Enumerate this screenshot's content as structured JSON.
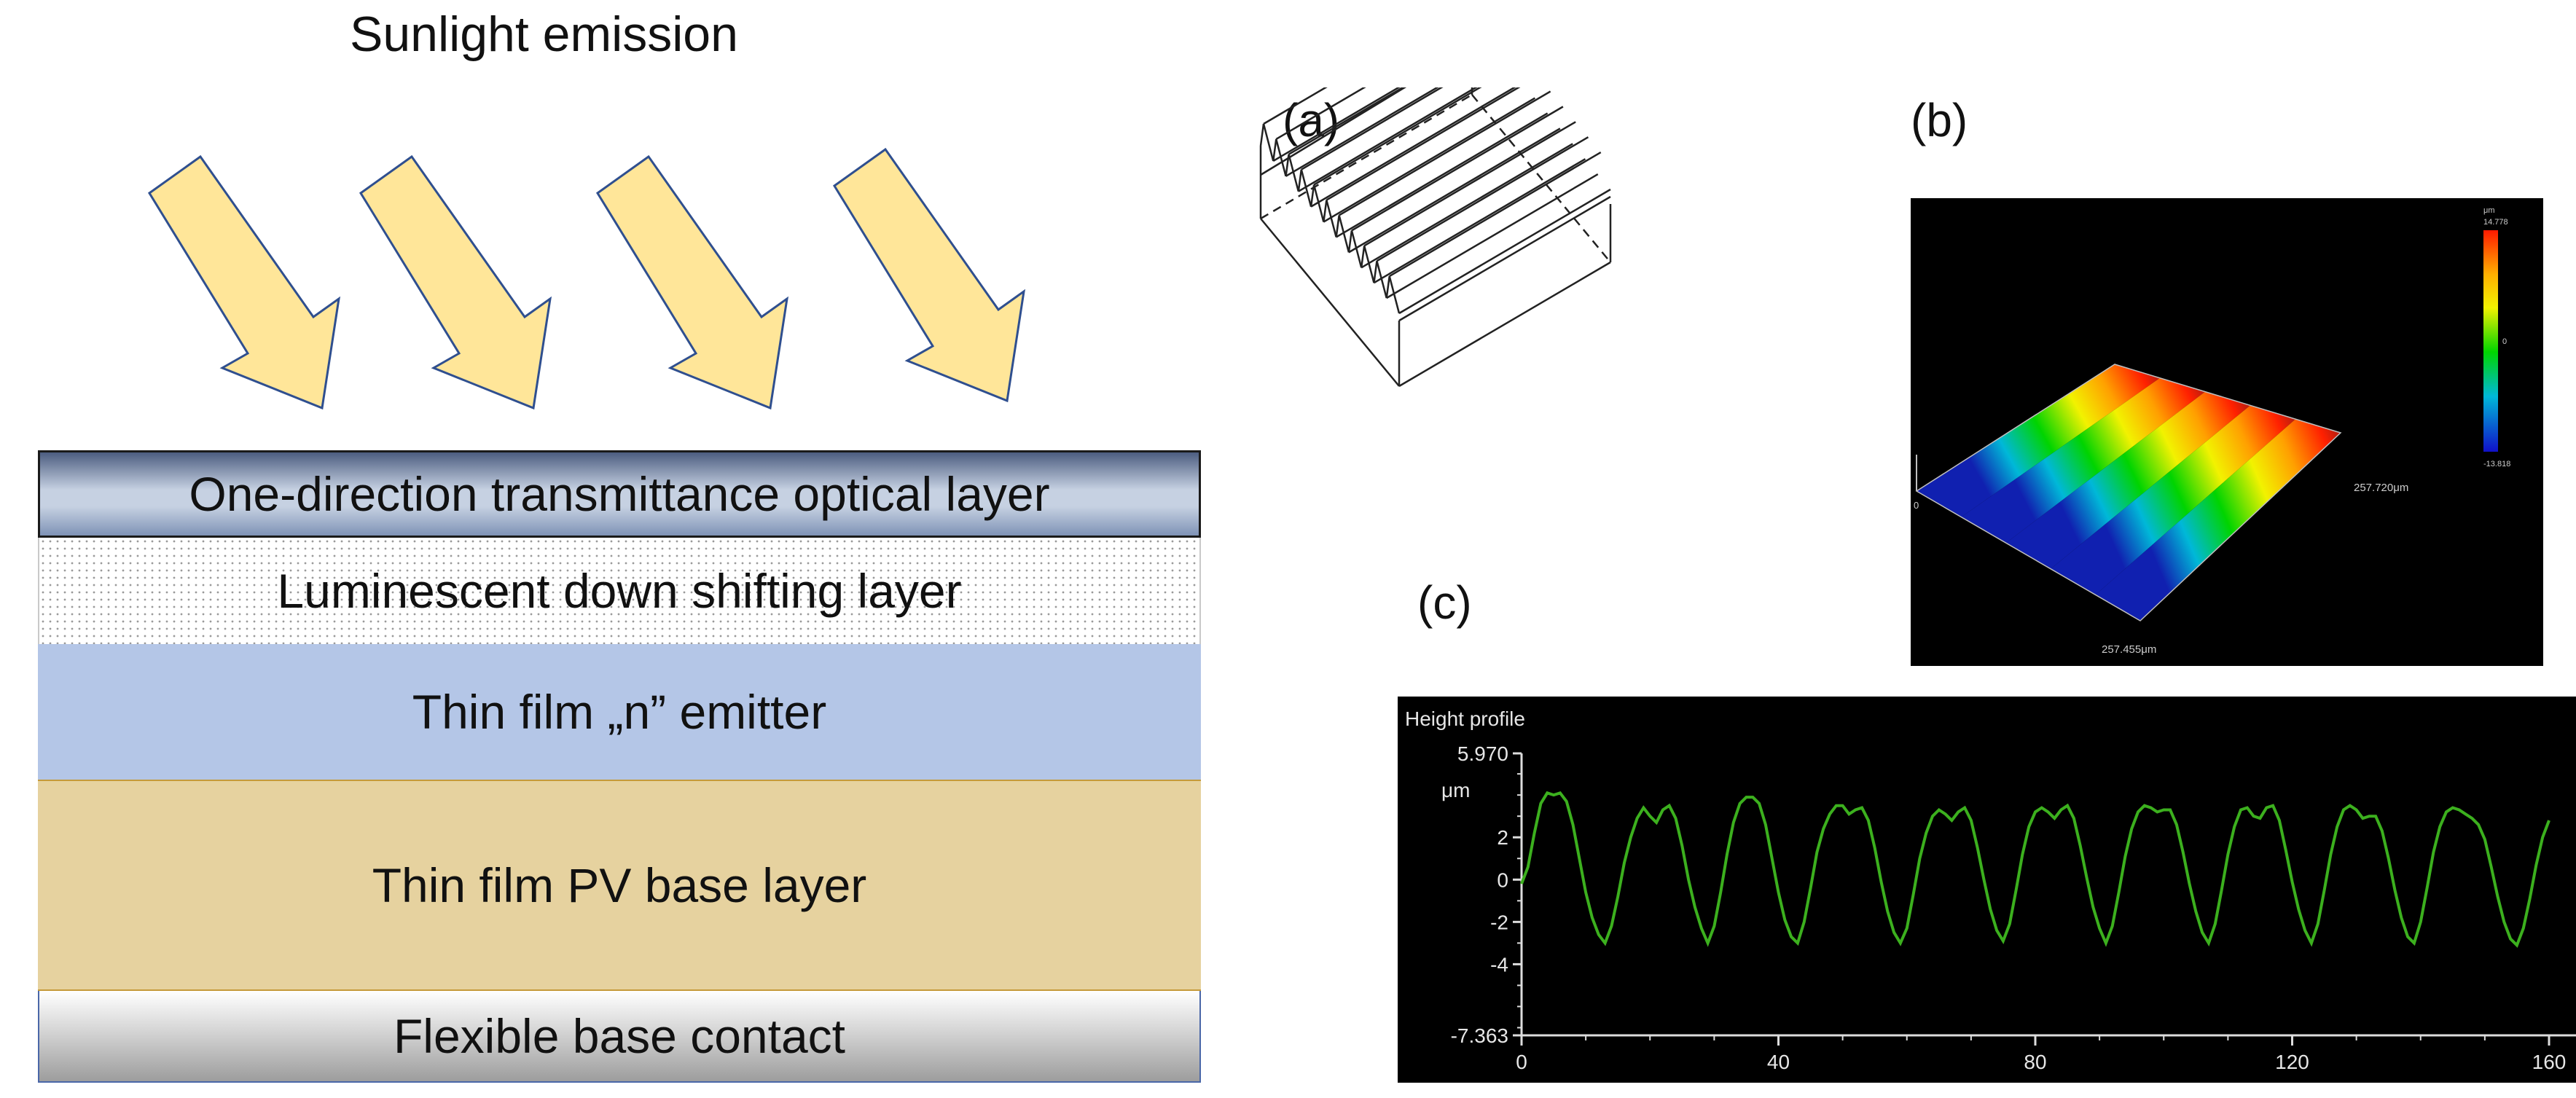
{
  "left_diagram": {
    "title": "Sunlight emission",
    "layers": [
      {
        "label": "One-direction  transmittance optical layer"
      },
      {
        "label": "Luminescent down shifting layer"
      },
      {
        "label": "Thin film „n” emitter"
      },
      {
        "label": "Thin film PV base layer"
      },
      {
        "label": "Flexible base contact"
      }
    ]
  },
  "panels": {
    "a_label": "(a)",
    "b_label": "(b)",
    "c_label": "(c)"
  },
  "panel_b": {
    "colorbar_unit": "μm",
    "colorbar_max": "14.778",
    "colorbar_mid": "0",
    "colorbar_min": "-13.818",
    "dim_x": "257.720μm",
    "dim_y": "257.455μm",
    "origin": "0"
  },
  "chart_data": {
    "type": "line",
    "title": "Height profile",
    "ylabel": "μm",
    "xlabel": "",
    "xlim": [
      0,
      160
    ],
    "ylim": [
      -7.363,
      5.97
    ],
    "x_ticks": [
      "0",
      "40",
      "80",
      "120",
      "160"
    ],
    "y_ticks": [
      "5.970",
      "2",
      "0",
      "-2",
      "-4",
      "-7.363"
    ],
    "color": "#3cb01e",
    "series": [
      {
        "x": [
          0,
          1,
          2,
          3,
          4,
          5,
          6,
          7,
          8,
          9,
          10,
          11,
          12,
          13,
          14,
          15,
          16,
          17,
          18,
          19,
          20,
          21,
          22,
          23,
          24,
          25,
          26,
          27,
          28,
          29,
          30,
          31,
          32,
          33,
          34,
          35,
          36,
          37,
          38,
          39,
          40,
          41,
          42,
          43,
          44,
          45,
          46,
          47,
          48,
          49,
          50,
          51,
          52,
          53,
          54,
          55,
          56,
          57,
          58,
          59,
          60,
          61,
          62,
          63,
          64,
          65,
          66,
          67,
          68,
          69,
          70,
          71,
          72,
          73,
          74,
          75,
          76,
          77,
          78,
          79,
          80,
          81,
          82,
          83,
          84,
          85,
          86,
          87,
          88,
          89,
          90,
          91,
          92,
          93,
          94,
          95,
          96,
          97,
          98,
          99,
          100,
          101,
          102,
          103,
          104,
          105,
          106,
          107,
          108,
          109,
          110,
          111,
          112,
          113,
          114,
          115,
          116,
          117,
          118,
          119,
          120,
          121,
          122,
          123,
          124,
          125,
          126,
          127,
          128,
          129,
          130,
          131,
          132,
          133,
          134,
          135,
          136,
          137,
          138,
          139,
          140,
          141,
          142,
          143,
          144,
          145,
          146,
          147,
          148,
          149,
          150,
          151,
          152,
          153,
          154,
          155,
          156,
          157,
          158,
          159,
          160
        ],
        "y": [
          -0.2,
          0.6,
          2.2,
          3.6,
          4.1,
          4.0,
          4.1,
          3.7,
          2.6,
          1.0,
          -0.6,
          -1.8,
          -2.6,
          -3.0,
          -2.2,
          -0.8,
          0.8,
          2.0,
          2.9,
          3.4,
          3.0,
          2.7,
          3.3,
          3.5,
          2.9,
          1.6,
          0.0,
          -1.3,
          -2.3,
          -3.0,
          -2.2,
          -0.6,
          1.2,
          2.7,
          3.6,
          3.9,
          3.9,
          3.6,
          2.6,
          1.0,
          -0.6,
          -1.9,
          -2.7,
          -3.0,
          -2.0,
          -0.4,
          1.3,
          2.4,
          3.1,
          3.5,
          3.5,
          3.1,
          3.3,
          3.4,
          2.8,
          1.5,
          -0.1,
          -1.5,
          -2.5,
          -3.0,
          -2.3,
          -0.7,
          1.0,
          2.2,
          3.0,
          3.3,
          3.1,
          2.8,
          3.2,
          3.4,
          2.8,
          1.5,
          0.0,
          -1.4,
          -2.4,
          -2.9,
          -2.1,
          -0.5,
          1.2,
          2.5,
          3.2,
          3.4,
          3.2,
          2.9,
          3.3,
          3.5,
          2.9,
          1.6,
          0.1,
          -1.3,
          -2.3,
          -3.0,
          -2.2,
          -0.6,
          1.1,
          2.4,
          3.2,
          3.5,
          3.4,
          3.2,
          3.3,
          3.3,
          2.6,
          1.3,
          -0.2,
          -1.5,
          -2.5,
          -3.0,
          -2.1,
          -0.5,
          1.2,
          2.5,
          3.3,
          3.4,
          3.0,
          2.9,
          3.4,
          3.5,
          2.8,
          1.4,
          -0.1,
          -1.4,
          -2.4,
          -3.0,
          -2.1,
          -0.5,
          1.2,
          2.5,
          3.3,
          3.5,
          3.3,
          2.9,
          3.0,
          3.0,
          2.3,
          1.0,
          -0.5,
          -1.8,
          -2.7,
          -3.0,
          -2.0,
          -0.4,
          1.3,
          2.5,
          3.2,
          3.4,
          3.3,
          3.1,
          2.9,
          2.6,
          1.9,
          0.6,
          -0.8,
          -2.0,
          -2.8,
          -3.1,
          -2.3,
          -0.9,
          0.7,
          2.0,
          2.8
        ]
      }
    ]
  }
}
